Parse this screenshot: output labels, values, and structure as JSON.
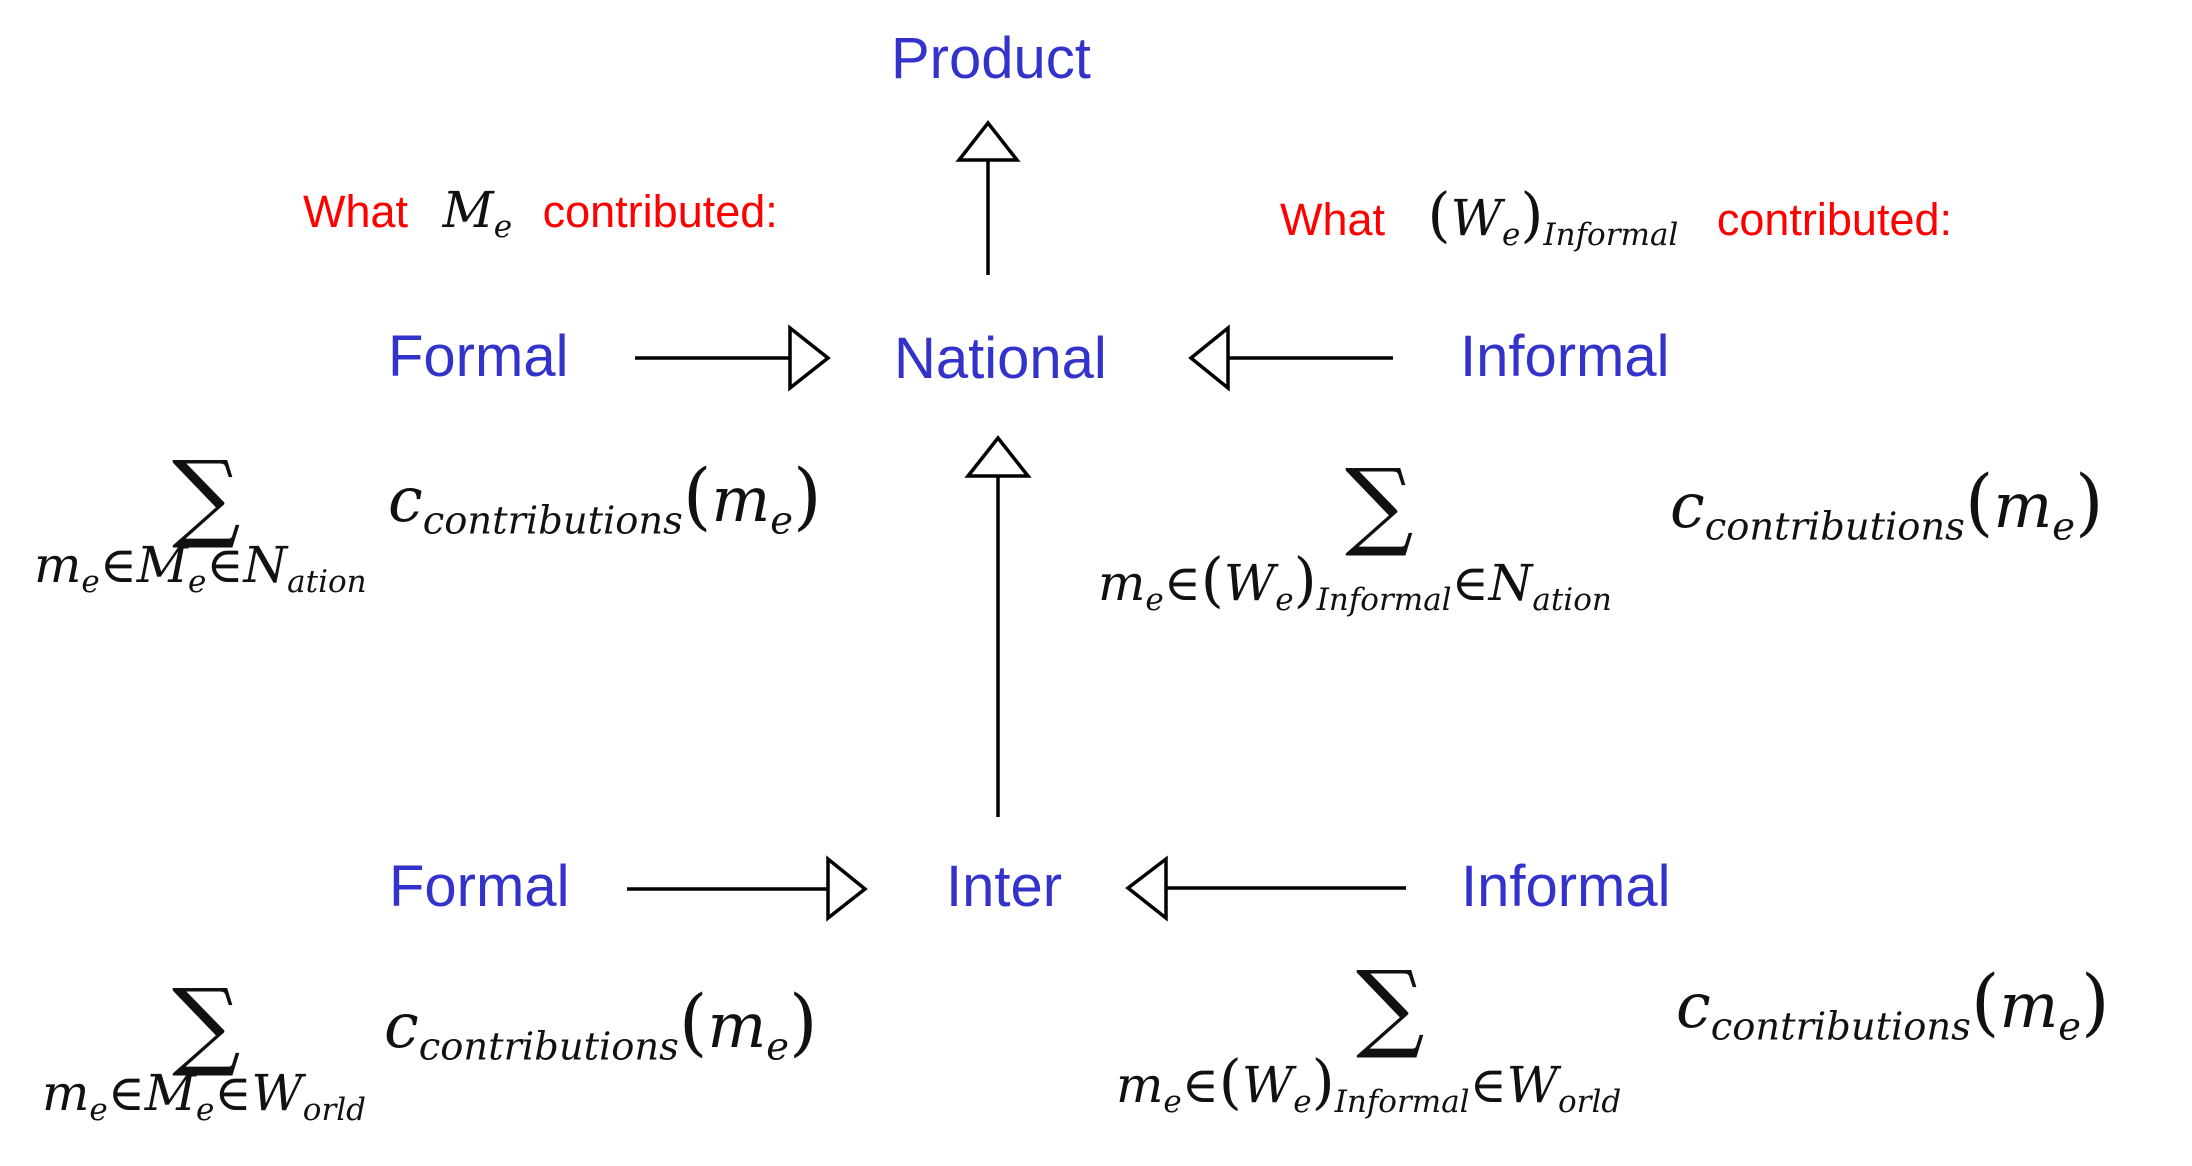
{
  "diagram": {
    "nodes": {
      "product": "Product",
      "national": "National",
      "inter": "Inter",
      "formal_top": "Formal",
      "informal_top": "Informal",
      "formal_bottom": "Formal",
      "informal_bottom": "Informal"
    },
    "notes": {
      "left": {
        "prefix": "What",
        "symbol": "M",
        "symbol_sub": "e",
        "suffix": "contributed:"
      },
      "right": {
        "prefix": "What",
        "symbol_open": "(",
        "symbol": "W",
        "symbol_sub": "e",
        "symbol_close": ")",
        "symbol_sub2": "Informal",
        "suffix": "contributed:"
      }
    },
    "formulas": {
      "sigma": "∑",
      "body": {
        "c": "c",
        "c_sub": "contributions",
        "open": "(",
        "m": "m",
        "m_sub": "e",
        "close": ")"
      },
      "formal_nation": {
        "m": "m",
        "m_sub": "e",
        "in1": "∈",
        "set": "M",
        "set_sub": "e",
        "in2": "∈",
        "scope": "N",
        "scope_sub": "ation"
      },
      "informal_nation": {
        "m": "m",
        "m_sub": "e",
        "in1": "∈",
        "open": "(",
        "set": "W",
        "set_sub": "e",
        "close": ")",
        "set_sub2": "Informal",
        "in2": "∈",
        "scope": "N",
        "scope_sub": "ation"
      },
      "formal_world": {
        "m": "m",
        "m_sub": "e",
        "in1": "∈",
        "set": "M",
        "set_sub": "e",
        "in2": "∈",
        "scope": "W",
        "scope_sub": "orld"
      },
      "informal_world": {
        "m": "m",
        "m_sub": "e",
        "in1": "∈",
        "open": "(",
        "set": "W",
        "set_sub": "e",
        "close": ")",
        "set_sub2": "Informal",
        "in2": "∈",
        "scope": "W",
        "scope_sub": "orld"
      }
    },
    "edges": [
      {
        "from": "National",
        "to": "Product"
      },
      {
        "from": "Formal (top)",
        "to": "National"
      },
      {
        "from": "Informal (top)",
        "to": "National"
      },
      {
        "from": "Inter",
        "to": "National"
      },
      {
        "from": "Formal (bottom)",
        "to": "Inter"
      },
      {
        "from": "Informal (bottom)",
        "to": "Inter"
      }
    ],
    "colors": {
      "node": "#3333cc",
      "note": "#ff0000",
      "math": "#111111",
      "arrow": "#000000"
    }
  }
}
